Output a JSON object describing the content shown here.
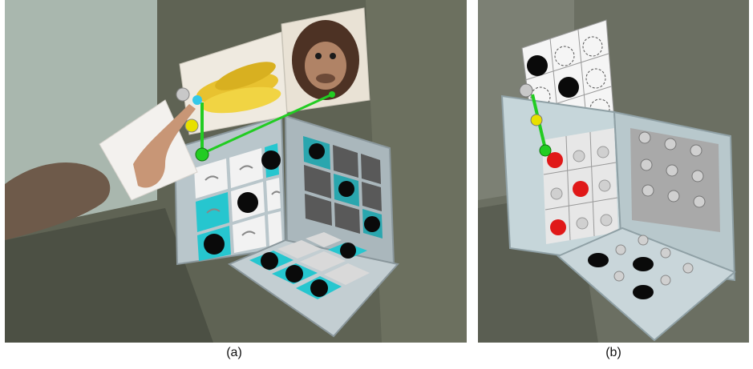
{
  "figure": {
    "panels": [
      {
        "id": "a",
        "caption": "(a)"
      },
      {
        "id": "b",
        "caption": "(b)"
      }
    ],
    "colors": {
      "background_a": "#5d6152",
      "background_b": "#6b6f62",
      "board": "#c9d4d8",
      "cyan_cell": "#26c6cf",
      "white_cell": "#f2f2f2",
      "dark_cell": "#595959",
      "black_piece": "#0a0a0a",
      "red_piece": "#e01818",
      "green_rod": "#22cc22",
      "yellow_knob": "#e8e000",
      "cyan_knob": "#33c8e8",
      "grey_knob": "#c8c8c8"
    },
    "scene_a": {
      "images": [
        "banana-photo",
        "chimpanzee-photo",
        "pointing-hand-card"
      ],
      "faces": [
        "left-face-grid",
        "right-face-grid",
        "bottom-face-grid"
      ]
    },
    "scene_b": {
      "faces": [
        "floating-grid",
        "left-face-grid",
        "right-face-grid",
        "bottom-face-grid"
      ]
    }
  }
}
